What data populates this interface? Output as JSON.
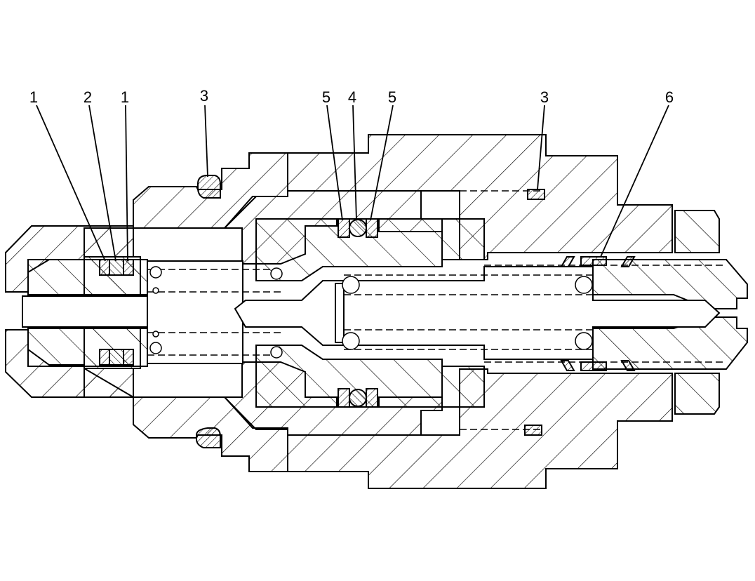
{
  "figure": {
    "type": "cross-section",
    "subject": "valve assembly",
    "colors": {
      "line": "#000000",
      "background": "#ffffff"
    },
    "callouts": [
      {
        "id": "c1a",
        "label": "1"
      },
      {
        "id": "c2",
        "label": "2"
      },
      {
        "id": "c1b",
        "label": "1"
      },
      {
        "id": "c3a",
        "label": "3"
      },
      {
        "id": "c5a",
        "label": "5"
      },
      {
        "id": "c4",
        "label": "4"
      },
      {
        "id": "c5b",
        "label": "5"
      },
      {
        "id": "c3b",
        "label": "3"
      },
      {
        "id": "c6",
        "label": "6"
      }
    ]
  }
}
